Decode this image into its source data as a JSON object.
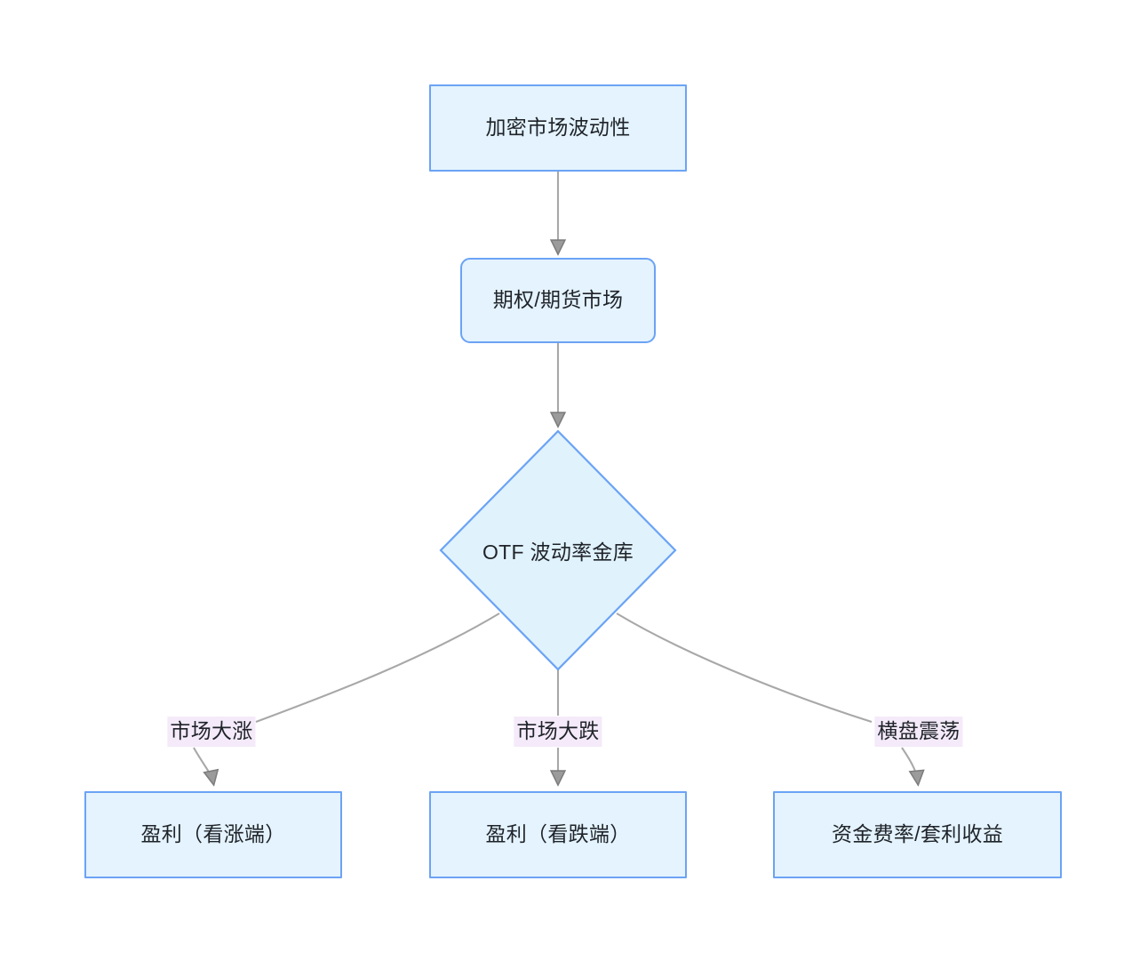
{
  "diagram": {
    "type": "flowchart",
    "direction": "top-down",
    "background_color": "#ffffff",
    "node_fill_color": "#e4f3fd",
    "node_border_color": "#6ba3f5",
    "edge_color": "#a8a8a8",
    "edge_label_background": "#f4eaf9",
    "text_color": "#1f2329",
    "nodes": [
      {
        "id": "n1",
        "label": "加密市场波动性",
        "shape": "rectangle"
      },
      {
        "id": "n2",
        "label": "期权/期货市场",
        "shape": "rounded-rectangle"
      },
      {
        "id": "n3",
        "label": "OTF 波动率金库",
        "shape": "diamond"
      },
      {
        "id": "n4",
        "label": "盈利（看涨端）",
        "shape": "rectangle"
      },
      {
        "id": "n5",
        "label": "盈利（看跌端）",
        "shape": "rectangle"
      },
      {
        "id": "n6",
        "label": "资金费率/套利收益",
        "shape": "rectangle"
      }
    ],
    "edges": [
      {
        "from": "n1",
        "to": "n2",
        "label": ""
      },
      {
        "from": "n2",
        "to": "n3",
        "label": ""
      },
      {
        "from": "n3",
        "to": "n4",
        "label": "市场大涨"
      },
      {
        "from": "n3",
        "to": "n5",
        "label": "市场大跌"
      },
      {
        "from": "n3",
        "to": "n6",
        "label": "横盘震荡"
      }
    ]
  }
}
